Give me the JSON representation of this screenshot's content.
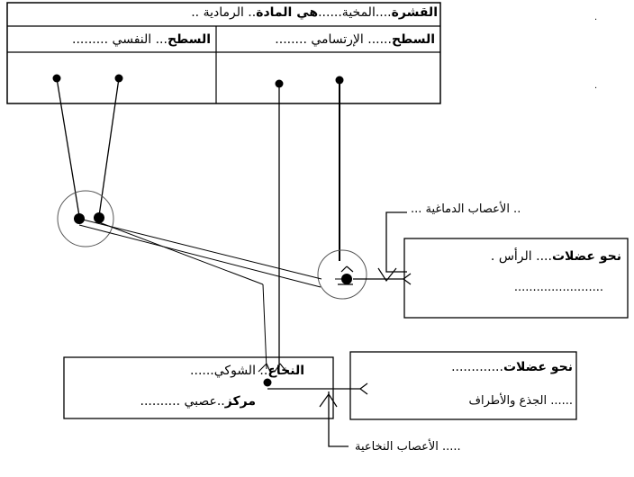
{
  "cortex": {
    "header_bold_1": "القشرة",
    "header_normal_1": "....المخية......",
    "header_bold_2": "هي المادة",
    "header_normal_2": ".. الرمادية ..",
    "left_cell_bold": "السطح",
    "left_cell_normal": "... النفسي .........",
    "right_cell_bold": "السطح",
    "right_cell_normal": "...... الإرتسامي ........"
  },
  "cranial": {
    "label": ".. الأعصاب الدماغية ..."
  },
  "head_box": {
    "line1_bold": "نحو عضلات",
    "line1_normal": ".... الرأس .",
    "line2": "........................"
  },
  "spinal_cord": {
    "line1_bold": "النخاع",
    "line1_normal": ".. الشوكي......",
    "line2_bold": "مركز",
    "line2_normal": "..عصبي .........."
  },
  "trunk_box": {
    "line1_bold": "نحو عضلات",
    "line1_normal": ".............",
    "line2": "...... الجذع والأطراف"
  },
  "spinal": {
    "label": "..... الأعصاب النخاعية"
  },
  "margin_dots": [
    ".",
    "."
  ]
}
